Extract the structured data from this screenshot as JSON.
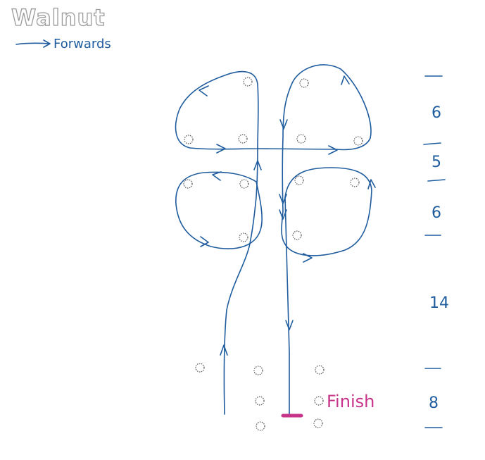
{
  "title": "Walnut",
  "legend": {
    "label": "Forwards",
    "line_color": "#1f5c9e"
  },
  "finish": {
    "label": "Finish",
    "color": "#c8338a"
  },
  "distances": [
    "6",
    "5",
    "6",
    "14",
    "8"
  ],
  "colors": {
    "path": "#1f5c9e",
    "dots": "#555555",
    "title_outline": "#9a9a9a"
  },
  "icons": {
    "trial_dot": "pole-dot-icon",
    "direction_arrow": "arrow-icon"
  }
}
